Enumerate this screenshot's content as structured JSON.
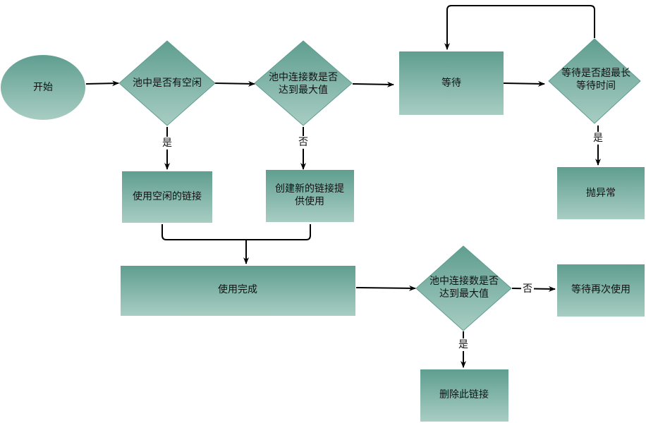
{
  "colors": {
    "fill_top": "#5f9e90",
    "fill_bottom": "#a8cdc3",
    "edge": "#000000",
    "label_bg": "#ffffff"
  },
  "nodes": {
    "start": "开始",
    "pool_has_idle": "池中是否有空闲",
    "max_reached_1": [
      "池中连接数是否",
      "达到最大值"
    ],
    "wait": "等待",
    "wait_max_time": [
      "等待是否超最长",
      "等待时间"
    ],
    "use_idle": "使用空闲的链接",
    "create_new": [
      "创建新的链接提",
      "供使用"
    ],
    "throw_exception": "抛异常",
    "use_done": "使用完成",
    "max_reached_2": [
      "池中连接数是否",
      "达到最大值"
    ],
    "wait_reuse": "等待再次使用",
    "delete_link": "删除此链接"
  },
  "edge_labels": {
    "yes_1": "是",
    "no_1": "否",
    "yes_2": "是",
    "no_2": "否",
    "yes_3": "是"
  }
}
